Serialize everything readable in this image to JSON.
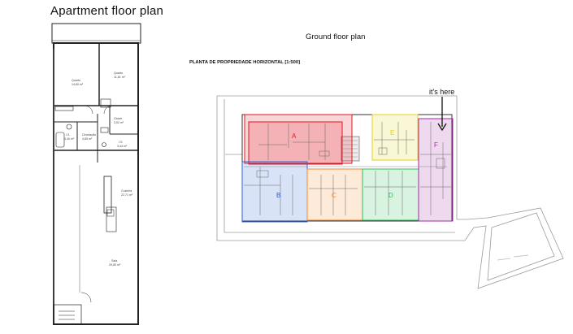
{
  "titles": {
    "apartment": "Apartment floor plan",
    "ground": "Ground floor plan",
    "plan_header": "PLANTA DE PROPRIEDADE HORIZONTAL [1:500]",
    "annotation": "it's here"
  },
  "apartment_rooms": {
    "quarto_1": "Quarto",
    "quarto_1_area": "14,60 m²",
    "quarto_2": "Quarto",
    "quarto_2_area": "11,61 m²",
    "closet": "Closet",
    "closet_area": "3,02 m²",
    "ic_1": "I.S.",
    "ic_1_area": "4,40 m²",
    "circulacao": "Circulação",
    "circulacao_area": "4,85 m²",
    "ic_2": "I.S.",
    "ic_2_area": "3,44 m²",
    "cozinha": "Cozinha",
    "cozinha_area": "22,71 m²",
    "sala": "Sala",
    "sala_area": "29,80 m²"
  },
  "units": [
    {
      "letter": "A",
      "color": "#e0161f"
    },
    {
      "letter": "B",
      "color": "#2b62d9"
    },
    {
      "letter": "C",
      "color": "#f2882e"
    },
    {
      "letter": "D",
      "color": "#2fbf5a"
    },
    {
      "letter": "E",
      "color": "#e6d21c"
    },
    {
      "letter": "F",
      "color": "#a02aa7"
    }
  ]
}
